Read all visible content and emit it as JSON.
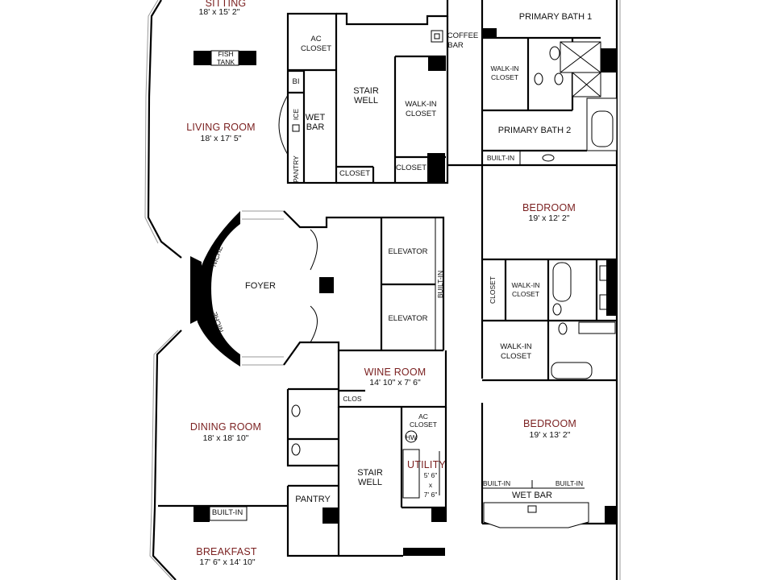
{
  "rooms": {
    "sitting": {
      "name": "SITTING",
      "dim": "18' x 15' 2\""
    },
    "living": {
      "name": "LIVING ROOM",
      "dim": "18' x 17' 5\""
    },
    "foyer": {
      "name": "FOYER"
    },
    "dining": {
      "name": "DINING ROOM",
      "dim": "18' x 18' 10\""
    },
    "breakfast": {
      "name": "BREAKFAST",
      "dim": "17' 6\" x 14' 10\""
    },
    "wine": {
      "name": "WINE ROOM",
      "dim": "14' 10\" x 7' 6\""
    },
    "utility": {
      "name": "UTILITY",
      "dim1": "5' 6\"",
      "dimx": "x",
      "dim2": "7' 6\""
    },
    "bedroom1": {
      "name": "BEDROOM",
      "dim": "19' x 12' 2\""
    },
    "bedroom2": {
      "name": "BEDROOM",
      "dim": "19' x 13' 2\""
    }
  },
  "labels": {
    "fish_tank_1": "FISH",
    "fish_tank_2": "TANK",
    "ac_closet_top_1": "AC",
    "ac_closet_top_2": "CLOSET",
    "bi": "BI",
    "ice": "ICE",
    "wet_bar_1": "WET",
    "wet_bar_2": "BAR",
    "pantry_vert": "PANTRY",
    "stair_well_top_1": "STAIR",
    "stair_well_top_2": "WELL",
    "closet_top_a": "CLOSET",
    "walkin_top_1": "WALK-IN",
    "walkin_top_2": "CLOSET",
    "closet_top_b": "CLOSET",
    "coffee_bar_1": "COFFEE",
    "coffee_bar_2": "BAR",
    "primary_bath_1": "PRIMARY BATH 1",
    "walkin_bath_1": "WALK-IN",
    "walkin_bath_2": "CLOSET",
    "primary_bath_2": "PRIMARY BATH 2",
    "built_in_bath": "BUILT-IN",
    "niche_top": "NICHE",
    "niche_bottom": "NICHE",
    "elevator_1": "ELEVATOR",
    "elevator_2": "ELEVATOR",
    "built_in_vert": "BUILT-IN",
    "closet_vert": "CLOSET",
    "walkin_mid_1": "WALK-IN",
    "walkin_mid_2": "CLOSET",
    "walkin_low_1": "WALK-IN",
    "walkin_low_2": "CLOSET",
    "clos": "CLOS",
    "ac_closet_low_1": "AC",
    "ac_closet_low_2": "CLOSET",
    "hw": "HW",
    "stair_well_low_1": "STAIR",
    "stair_well_low_2": "WELL",
    "pantry_low": "PANTRY",
    "built_in_dining": "BUILT-IN",
    "built_in_left": "BUILT-IN",
    "built_in_right": "BUILT-IN",
    "wet_bar_bed": "WET BAR"
  }
}
